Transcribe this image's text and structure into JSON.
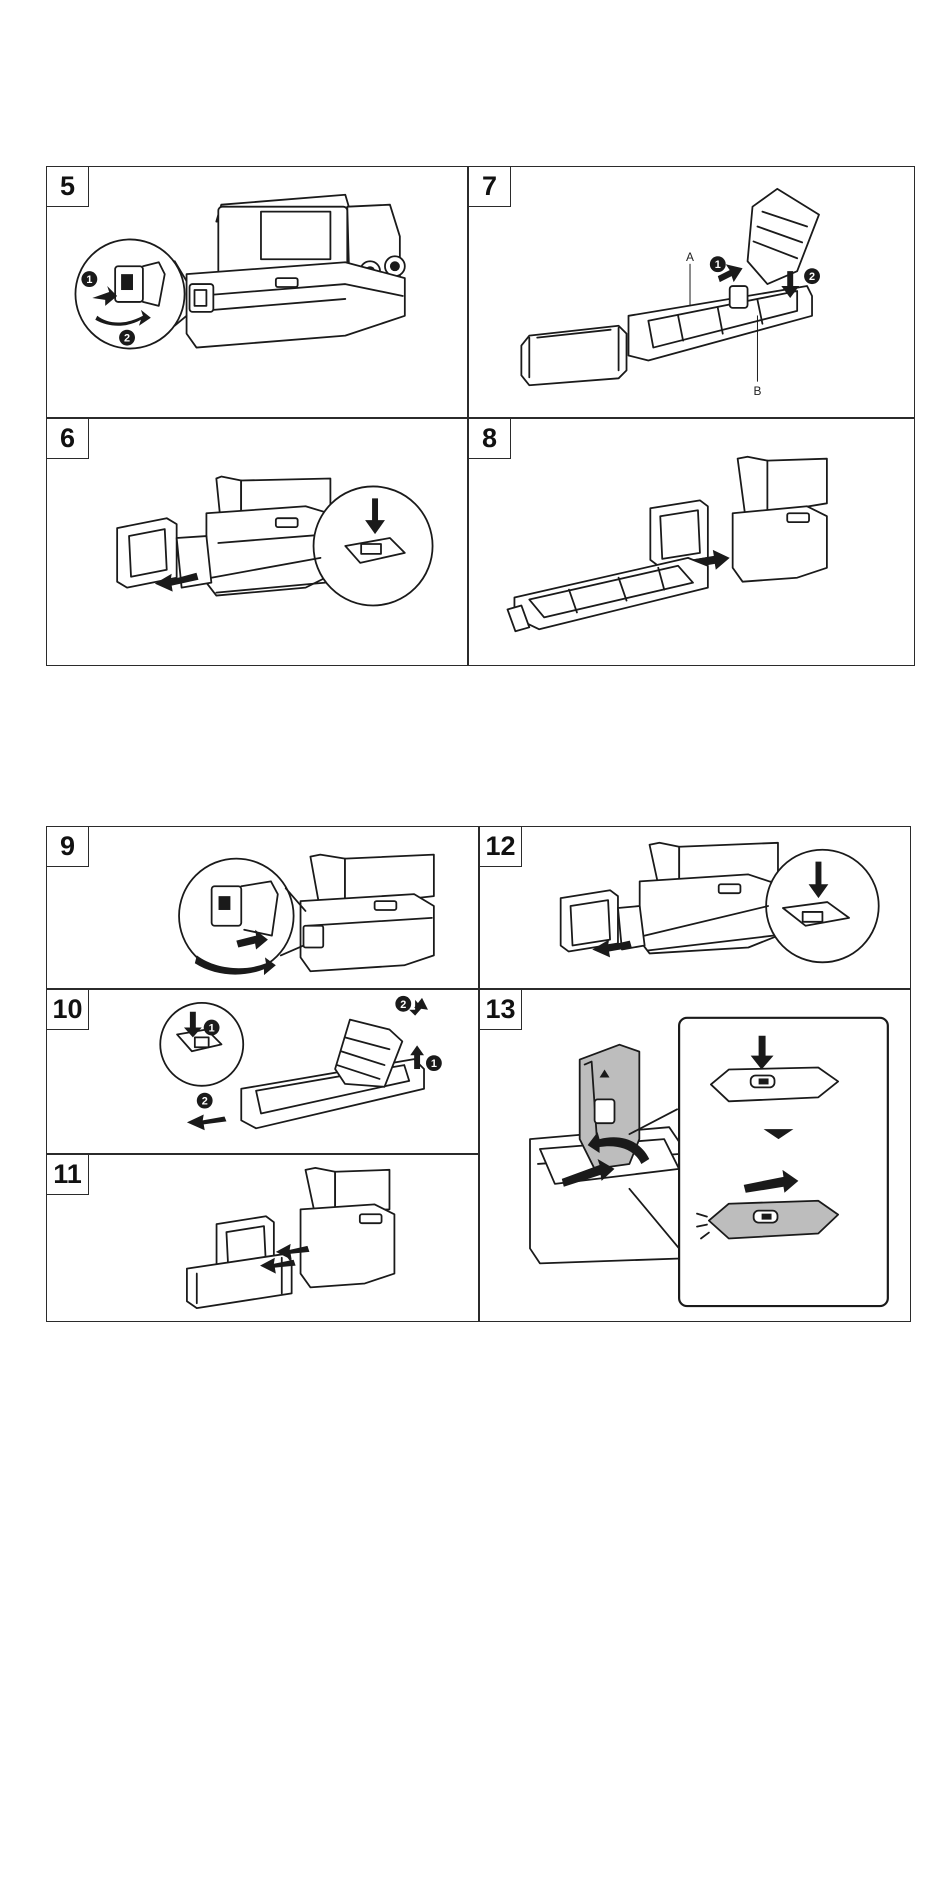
{
  "panels": {
    "p5": {
      "number": "5"
    },
    "p6": {
      "number": "6"
    },
    "p7": {
      "number": "7",
      "label_a": "A",
      "label_b": "B"
    },
    "p8": {
      "number": "8"
    },
    "p9": {
      "number": "9"
    },
    "p10": {
      "number": "10"
    },
    "p11": {
      "number": "11"
    },
    "p12": {
      "number": "12"
    },
    "p13": {
      "number": "13"
    }
  },
  "step_markers": {
    "one": "1",
    "two": "2"
  }
}
